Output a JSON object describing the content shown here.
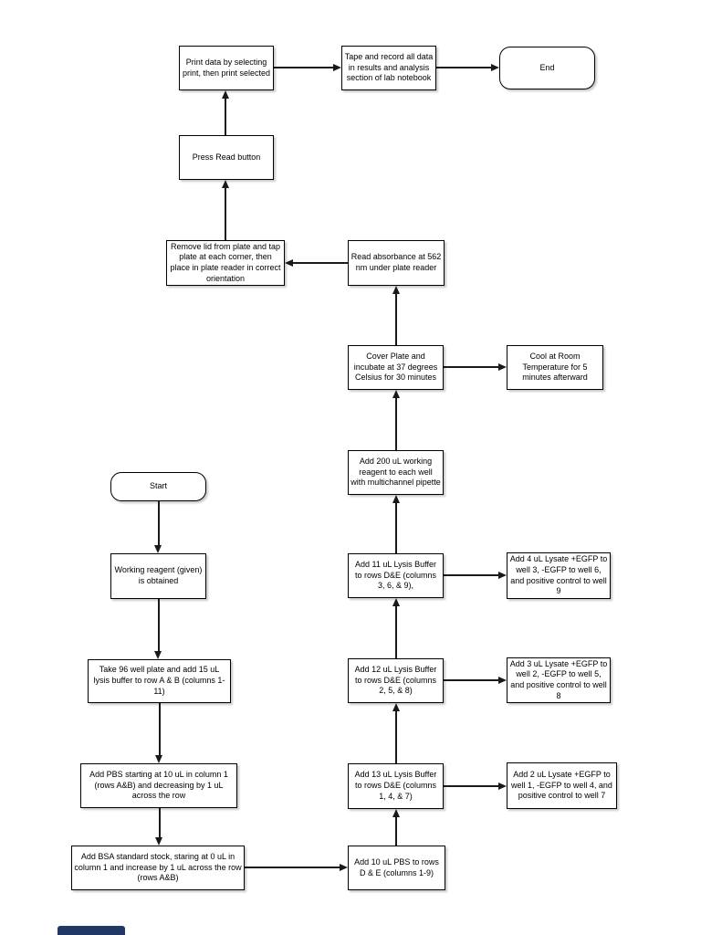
{
  "colors": {
    "node_border": "#000000",
    "node_fill": "#ffffff",
    "connector": "#1a1a1a",
    "background": "#ffffff",
    "bottom_bar": "#1f3864"
  },
  "nodes": {
    "print_data": {
      "label": "Print data by selecting print, then print selected"
    },
    "tape_record": {
      "label": "Tape and record all data in results and analysis section of lab notebook"
    },
    "end": {
      "label": "End"
    },
    "press_read": {
      "label": "Press Read button"
    },
    "remove_lid": {
      "label": "Remove lid from plate and tap plate at each corner, then place in plate reader in correct orientation"
    },
    "read_absorbance": {
      "label": "Read absorbance at 562 nm under plate reader"
    },
    "cover_plate": {
      "label": "Cover Plate and incubate at 37 degrees Celsius for 30 minutes"
    },
    "cool_room": {
      "label": "Cool at Room Temperature for 5 minutes afterward"
    },
    "add_200": {
      "label": "Add 200 uL working reagent to each well with multichannel pipette"
    },
    "start": {
      "label": "Start"
    },
    "working_reagent": {
      "label": "Working reagent (given) is obtained"
    },
    "add_11": {
      "label": "Add 11 uL Lysis Buffer to rows D&E (columns 3, 6, & 9),"
    },
    "add_4_lysate": {
      "label": "Add 4 uL Lysate +EGFP to well 3, -EGFP to well 6, and positive control to well 9"
    },
    "take_96": {
      "label": "Take 96 well plate and add 15 uL lysis buffer to row A & B (columns 1-11)"
    },
    "add_12": {
      "label": "Add 12 uL Lysis Buffer to rows D&E (columns 2, 5, & 8)"
    },
    "add_3_lysate": {
      "label": "Add 3 uL Lysate +EGFP to well 2, -EGFP to well 5, and positive control to well 8"
    },
    "add_pbs_gradient": {
      "label": "Add PBS starting at 10 uL in column 1 (rows A&B) and decreasing by 1 uL across the row"
    },
    "add_13": {
      "label": "Add 13 uL Lysis Buffer to rows D&E (columns 1, 4, & 7)"
    },
    "add_2_lysate": {
      "label": "Add 2 uL Lysate +EGFP to well 1, -EGFP to well 4, and positive control to well 7"
    },
    "add_bsa": {
      "label": "Add BSA standard stock, staring at 0 uL in column 1 and increase by 1 uL across the row (rows A&B)"
    },
    "add_10_pbs": {
      "label": "Add 10 uL PBS to rows D & E (columns 1-9)"
    }
  }
}
